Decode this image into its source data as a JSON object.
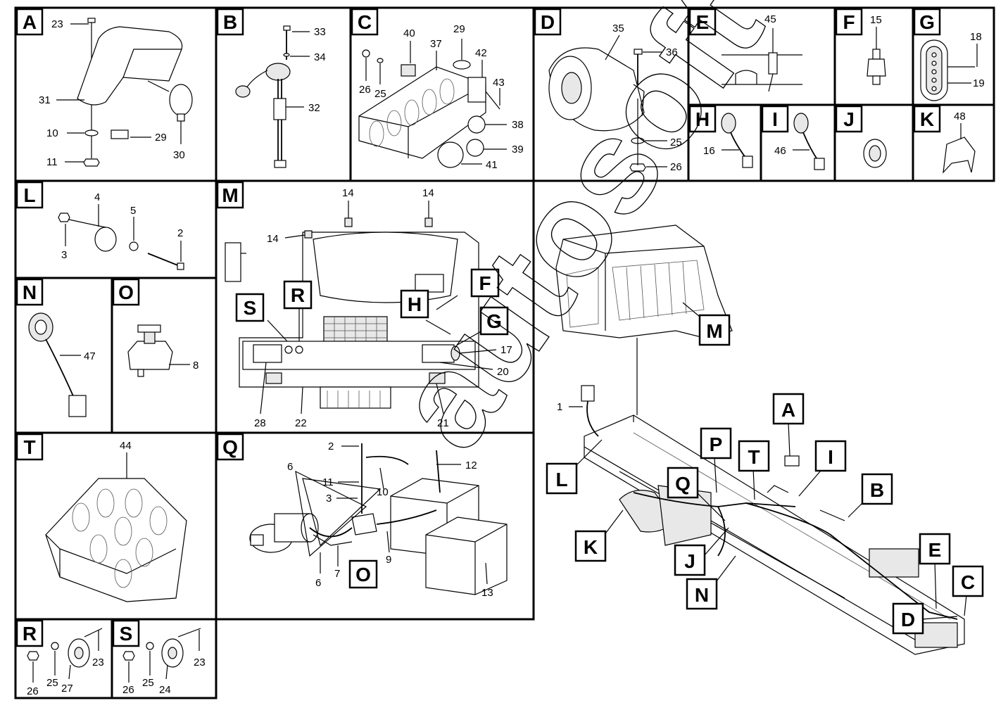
{
  "panels": {
    "A": {
      "tag": "A",
      "callouts": [
        "23",
        "31",
        "10",
        "11",
        "29",
        "30"
      ]
    },
    "B": {
      "tag": "B",
      "callouts": [
        "33",
        "34",
        "32"
      ]
    },
    "C": {
      "tag": "C",
      "callouts": [
        "40",
        "29",
        "37",
        "42",
        "26",
        "25",
        "43",
        "38",
        "39",
        "41"
      ]
    },
    "D": {
      "tag": "D",
      "callouts": [
        "35",
        "36",
        "25",
        "26"
      ]
    },
    "E": {
      "tag": "E",
      "callouts": [
        "45"
      ]
    },
    "F": {
      "tag": "F",
      "callouts": [
        "15"
      ]
    },
    "G": {
      "tag": "G",
      "callouts": [
        "18",
        "19"
      ]
    },
    "H": {
      "tag": "H",
      "callouts": [
        "16"
      ]
    },
    "I": {
      "tag": "I",
      "callouts": [
        "46"
      ]
    },
    "J": {
      "tag": "J",
      "callouts": []
    },
    "K": {
      "tag": "K",
      "callouts": [
        "48"
      ]
    },
    "L": {
      "tag": "L",
      "callouts": [
        "4",
        "5",
        "3",
        "2"
      ]
    },
    "M": {
      "tag": "M",
      "callouts": [
        "14",
        "14",
        "14",
        "17",
        "20",
        "28",
        "22",
        "21"
      ],
      "inner_tags": [
        "S",
        "R",
        "H",
        "F",
        "G"
      ]
    },
    "N": {
      "tag": "N",
      "callouts": [
        "47"
      ]
    },
    "O": {
      "tag": "O",
      "callouts": [
        "8"
      ]
    },
    "T": {
      "tag": "T",
      "callouts": [
        "44"
      ]
    },
    "Q": {
      "tag": "Q",
      "callouts": [
        "2",
        "12",
        "6",
        "11",
        "10",
        "3",
        "6",
        "7",
        "9",
        "13"
      ],
      "inner_tags": [
        "O"
      ]
    },
    "R": {
      "tag": "R",
      "callouts": [
        "23",
        "26",
        "25",
        "27"
      ]
    },
    "S": {
      "tag": "S",
      "callouts": [
        "23",
        "26",
        "25",
        "24"
      ]
    }
  },
  "overview": {
    "callouts": [
      "1"
    ],
    "tags": [
      "M",
      "A",
      "P",
      "T",
      "I",
      "B",
      "L",
      "Q",
      "K",
      "J",
      "N",
      "E",
      "C",
      "D"
    ]
  },
  "watermark": "autosoft",
  "colors": {
    "ink": "#000000",
    "paper": "#ffffff"
  }
}
